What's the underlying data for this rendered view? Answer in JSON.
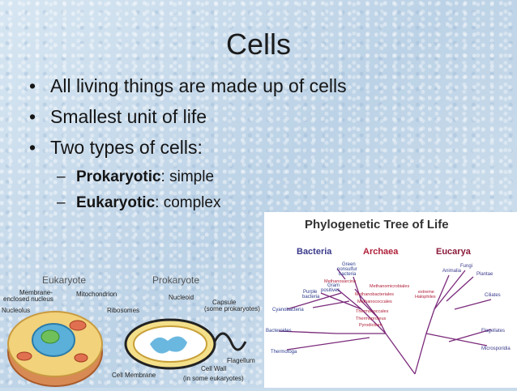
{
  "slide": {
    "title": "Cells",
    "bullets": [
      "All living things are made up of cells",
      "Smallest unit of life",
      "Two types of cells:"
    ],
    "sub_bullets": [
      {
        "dash": "–",
        "term": "Prokaryotic",
        "rest": ": simple"
      },
      {
        "dash": "–",
        "term": "Eukaryotic",
        "rest": ": complex"
      }
    ]
  },
  "tree": {
    "title": "Phylogenetic Tree of Life",
    "domains": {
      "bacteria": "Bacteria",
      "archaea": "Archaea",
      "eucarya": "Eucarya"
    },
    "labels": {
      "green_nonsulfur": [
        "Green",
        "nonsulfur",
        "bacteria"
      ],
      "gram_positives": [
        "Gram",
        "positives"
      ],
      "purple_bacteria": [
        "Purple",
        "bacteria"
      ],
      "cyanobacteria": "Cyanobacteria",
      "bacteroides": "Bacteroides",
      "thermotoga": "Thermotoga",
      "methanosarcina": "Methanosarcina",
      "methanomicrobiales": "Methanomicrobiales",
      "methanobacteriales": "Methanobacteriales",
      "extreme_halophiles": [
        "extreme",
        "Halophiles"
      ],
      "methanococcales": "Methanococcales",
      "thermococcales": "Thermococcales",
      "thermoproteus": "Thermoproteus",
      "pyrodictium": "Pyrodictium",
      "animalia": "Animalia",
      "fungi": "Fungi",
      "plantae": "Plantae",
      "ciliates": "Ciliates",
      "flagellates": "Flagellates",
      "microsporidia": "Microsporidia"
    },
    "colors": {
      "bacteria": "#3a3a8c",
      "archaea": "#b0203a",
      "eucarya": "#8a1a3a",
      "branch": "#7a2a7a"
    }
  },
  "cells": {
    "eukaryote": "Eukaryote",
    "prokaryote": "Prokaryote",
    "membrane_nucleus": [
      "Membrane-",
      "enclosed nucleus"
    ],
    "mitochondrion": "Mitochondrion",
    "nucleolus": "Nucleolus",
    "ribosomes": "Ribosomes",
    "nucleoid": "Nucleoid",
    "capsule": [
      "Capsule",
      "(some prokaryotes)"
    ],
    "flagellum": "Flagellum",
    "cell_membrane": "Cell Membrane",
    "cell_wall": [
      "Cell Wall",
      "(in some eukaryotes)"
    ]
  }
}
